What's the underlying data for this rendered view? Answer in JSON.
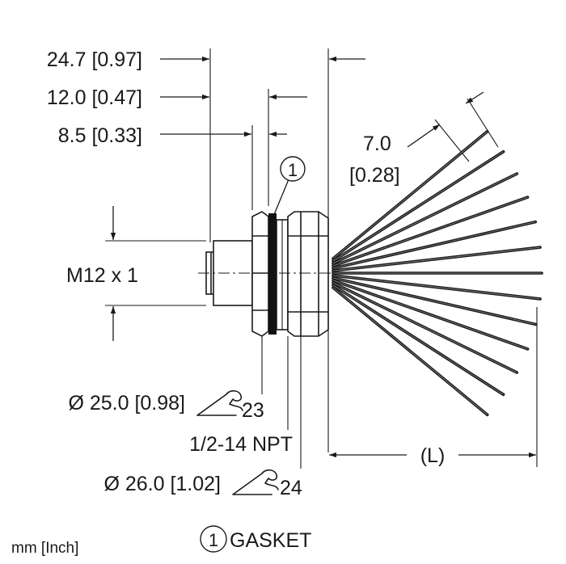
{
  "dimensions": {
    "total_length": "24.7 [0.97]",
    "thread_length": "12.0 [0.47]",
    "front_length": "8.5 [0.33]",
    "wire_spacing_mm": "7.0",
    "wire_spacing_in": "[0.28]",
    "thread_size": "M12 x 1",
    "front_nut_diameter": "Ø 25.0 [0.98]",
    "front_nut_wrench": "23",
    "npt_thread": "1/2-14 NPT",
    "rear_nut_diameter": "Ø 26.0 [1.02]",
    "rear_nut_wrench": "24",
    "cable_length": "(L)"
  },
  "callouts": [
    {
      "number": "1",
      "label": "GASKET"
    }
  ],
  "units_note": "mm [Inch]",
  "icons": [
    "wrench-icon"
  ],
  "colors": {
    "ink": "#1a1a1a",
    "gasket": "#111111",
    "background": "#ffffff"
  },
  "wire_count": 13
}
